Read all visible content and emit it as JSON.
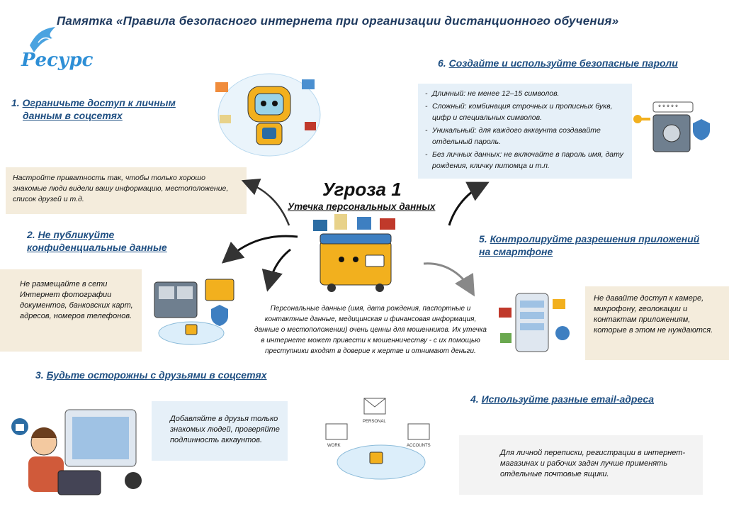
{
  "title": "Памятка «Правила безопасного интернета при организации дистанционного обучения»",
  "logo": {
    "text": "Ресурс"
  },
  "threat": {
    "title": "Угроза 1",
    "subtitle": "Утечка персональных данных",
    "description": "Персональные данные (имя, дата рождения, паспортные и контактные данные, медицинская и финансовая информация, данные о местоположении) очень ценны для мошенников. Их утечка в интернете может привести к мошенничеству - с их помощью преступники входят в доверие к жертве и отнимают деньги."
  },
  "rule1": {
    "number": "1.",
    "heading_line1": "Ограничьте доступ к личным",
    "heading_line2": "данным в соцсетях",
    "text": "Настройте приватность так, чтобы только хорошо знакомые люди видели вашу информацию, местоположение, список друзей и т.д."
  },
  "rule2": {
    "number": "2.",
    "heading_line1": "Не публикуйте",
    "heading_line2": "конфиденциальные данные",
    "text": "Не размещайте в сети Интернет фотографии документов, банковских карт, адресов, номеров телефонов."
  },
  "rule3": {
    "number": "3.",
    "heading": "Будьте осторожны с друзьями в соцсетях",
    "text": "Добавляйте в друзья только знакомых людей, проверяйте подлинность аккаунтов."
  },
  "rule4": {
    "number": "4.",
    "heading": "Используйте разные email-адреса",
    "text": "Для личной переписки, регистрации в интернет-магазинах и рабочих задач лучше применять отдельные почтовые ящики.",
    "labels": [
      "PERSONAL",
      "WORK",
      "ACCOUNTS"
    ]
  },
  "rule5": {
    "number": "5.",
    "heading_line1": "Контролируйте разрешения приложений",
    "heading_line2": "на смартфоне",
    "text": "Не давайте доступ к камере, микрофону, геолокации и контактам приложениям, которые в этом не нуждаются."
  },
  "rule6": {
    "number": "6.",
    "heading": "Создайте и используйте безопасные пароли",
    "items": [
      "Длинный: не менее 12–15 символов.",
      "Сложный: комбинация строчных и прописных букв, цифр и специальных символов.",
      "Уникальный: для каждого аккаунта создавайте отдельный пароль.",
      "Без личных данных: не включайте в пароль имя, дату рождения, кличку питомца и т.п."
    ],
    "password_field": "*****"
  },
  "colors": {
    "heading": "#1f4f82",
    "beige": "#f4ecdc",
    "blue": "#e6f0f8",
    "accent": "#f2b01e"
  }
}
